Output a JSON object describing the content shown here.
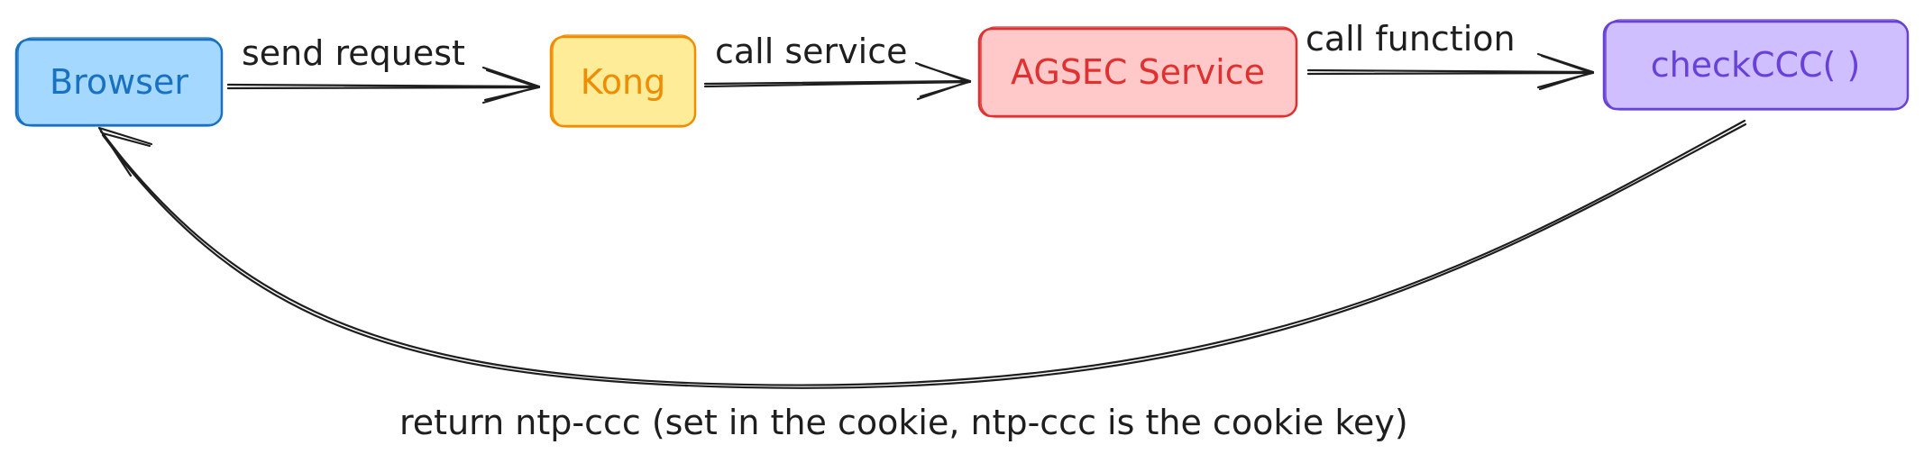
{
  "nodes": {
    "browser": {
      "label": "Browser",
      "fill": "#a5d8ff",
      "stroke": "#1971c2",
      "text_color": "#1971c2"
    },
    "kong": {
      "label": "Kong",
      "fill": "#ffec99",
      "stroke": "#f08c00",
      "text_color": "#f08c00"
    },
    "agsec": {
      "label": "AGSEC Service",
      "fill": "#ffc9c9",
      "stroke": "#e03131",
      "text_color": "#e03131"
    },
    "checkccc": {
      "label": "checkCCC( )",
      "fill": "#d0bfff",
      "stroke": "#6741d9",
      "text_color": "#6741d9"
    }
  },
  "edges": {
    "send_request": {
      "label": "send request"
    },
    "call_service": {
      "label": "call service"
    },
    "call_function": {
      "label": "call function"
    },
    "return": {
      "label": "return ntp-ccc (set in the cookie, ntp-ccc is the cookie key)"
    }
  }
}
